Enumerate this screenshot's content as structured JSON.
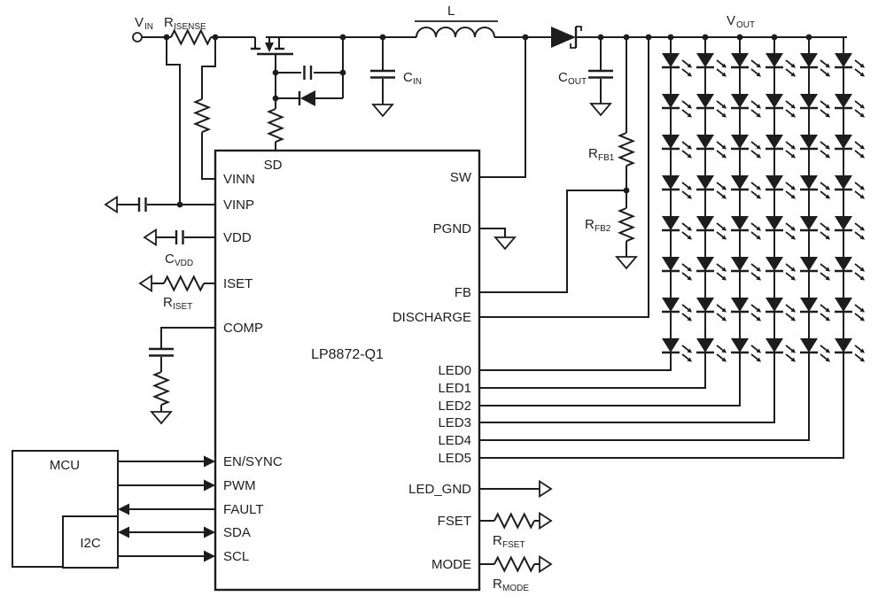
{
  "ic": {
    "name": "LP8872-Q1",
    "top_pin": "SD",
    "left_pins": [
      "VINN",
      "VINP",
      "VDD",
      "ISET",
      "COMP"
    ],
    "ctrl_pins": [
      "EN/SYNC",
      "PWM",
      "FAULT",
      "SDA",
      "SCL"
    ],
    "right_pins": [
      "SW",
      "PGND",
      "FB",
      "DISCHARGE",
      "LED0",
      "LED1",
      "LED2",
      "LED3",
      "LED4",
      "LED5",
      "LED_GND",
      "FSET",
      "MODE"
    ]
  },
  "mcu": {
    "label": "MCU",
    "i2c_label": "I2C"
  },
  "labels": {
    "vin": {
      "main": "V",
      "sub": "IN"
    },
    "risense": {
      "main": "R",
      "sub": "ISENSE"
    },
    "inductor": {
      "main": "L",
      "sub": ""
    },
    "cin": {
      "main": "C",
      "sub": "IN"
    },
    "cout": {
      "main": "C",
      "sub": "OUT"
    },
    "vout": {
      "main": "V",
      "sub": "OUT"
    },
    "rfb1": {
      "main": "R",
      "sub": "FB1"
    },
    "rfb2": {
      "main": "R",
      "sub": "FB2"
    },
    "cvdd": {
      "main": "C",
      "sub": "VDD"
    },
    "riset": {
      "main": "R",
      "sub": "ISET"
    },
    "rfset": {
      "main": "R",
      "sub": "FSET"
    },
    "rmode": {
      "main": "R",
      "sub": "MODE"
    }
  },
  "led_matrix": {
    "columns": 6,
    "leds_per_column": 8
  },
  "colors": {
    "line": "#1d1d1f",
    "background": "#ffffff"
  }
}
